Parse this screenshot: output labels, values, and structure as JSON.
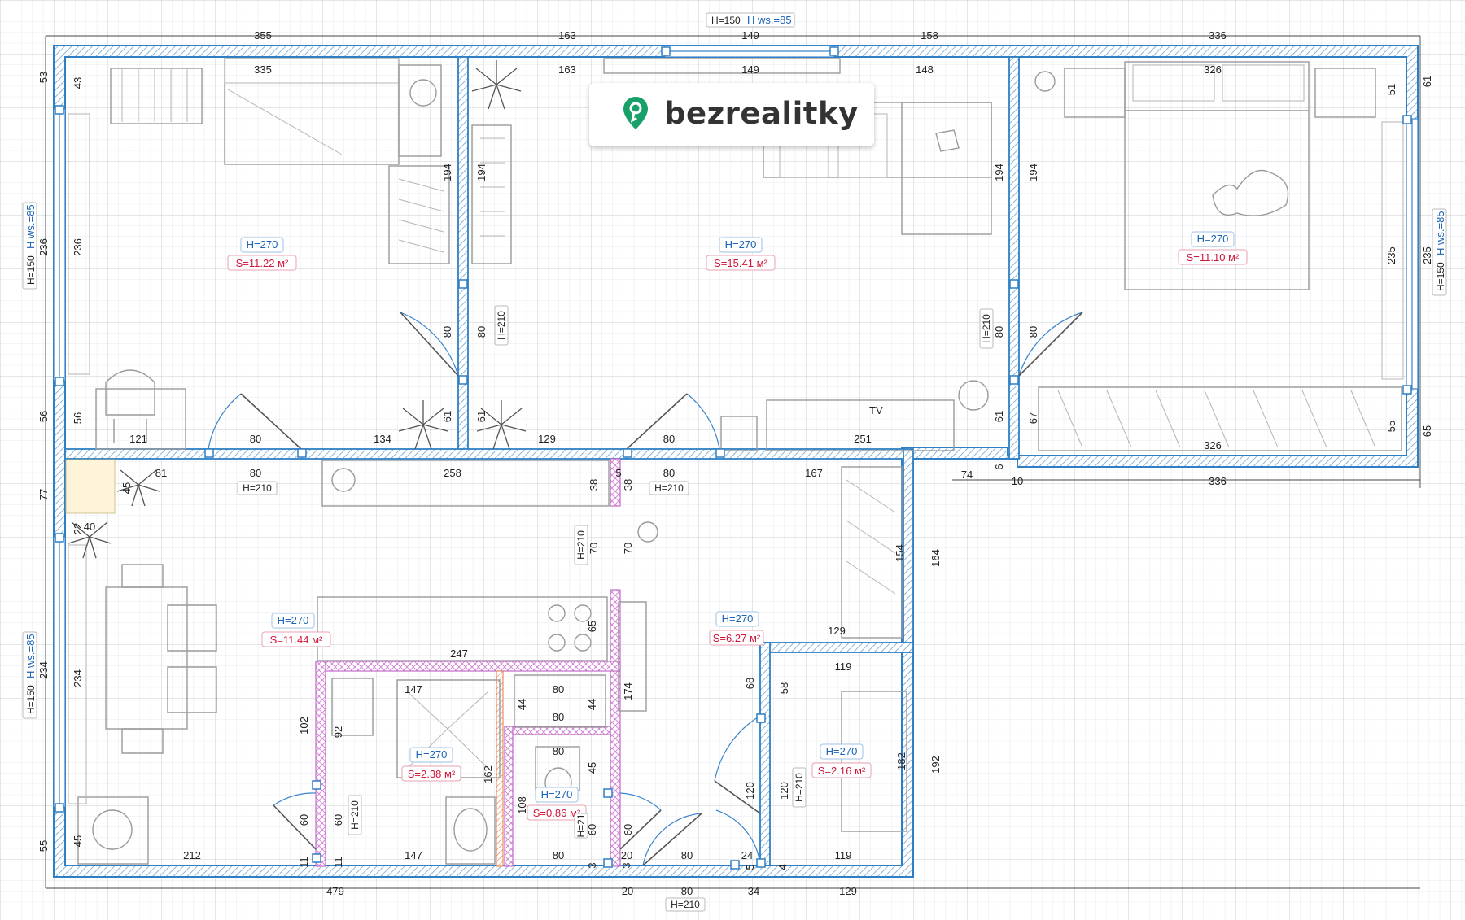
{
  "brand": {
    "name": "bezrealitky",
    "accent": "#17a067"
  },
  "colors": {
    "wall_outline": "#2f7fc4",
    "wall_hatch": "#6aa3d6",
    "partition": "#d28ad6",
    "area_red": "#d1173a",
    "height_blue": "#1a63b5",
    "grid": "#d6d9de",
    "niche": "#fdf4da"
  },
  "rooms": [
    {
      "height": "H=270",
      "area": "S=11.22 м²"
    },
    {
      "height": "H=270",
      "area": "S=15.41 м²"
    },
    {
      "height": "H=270",
      "area": "S=11.10 м²"
    },
    {
      "height": "H=270",
      "area": "S=11.44 м²"
    },
    {
      "height": "H=270",
      "area": "S=6.27 м²"
    },
    {
      "height": "H=270",
      "area": "S=2.38 м²"
    },
    {
      "height": "H=270",
      "area": "S=0.86 м²"
    },
    {
      "height": "H=270",
      "area": "S=2.16 м²"
    }
  ],
  "window_tags": {
    "top_h": "H=150",
    "top_ws": "H ws.=85",
    "left_top_h": "H=150",
    "left_top_ws": "H ws.=85",
    "left_bottom_h": "H=150",
    "left_bottom_ws": "H ws.=85",
    "right_h": "H=150",
    "right_ws": "H ws.=85"
  },
  "door_tags": {
    "d1": "H=210",
    "d2": "H=210",
    "d3": "H=210",
    "d4": "H=210",
    "d5": "H=210",
    "d6": "H=210",
    "d7": "H=210",
    "d8": "H=210",
    "d9": "H=210",
    "d10": "H=21"
  },
  "furniture_labels": {
    "tv": "TV"
  },
  "dimensions": {
    "outer_top": [
      "355",
      "163",
      "149",
      "158",
      "336"
    ],
    "outer_bottom": [
      "479",
      "20",
      "80",
      "34",
      "129"
    ],
    "outer_left": [
      "53",
      "236",
      "56",
      "77",
      "234",
      "55"
    ],
    "outer_right": [
      "61",
      "235",
      "65",
      "164",
      "192"
    ],
    "room1": [
      "335",
      "43",
      "236",
      "194",
      "80",
      "61",
      "56",
      "121",
      "80",
      "134"
    ],
    "room2": [
      "163",
      "149",
      "148",
      "194",
      "194",
      "80",
      "61",
      "61",
      "80",
      "129",
      "80",
      "251"
    ],
    "room3": [
      "326",
      "51",
      "194",
      "235",
      "80",
      "67",
      "55",
      "326",
      "6",
      "74",
      "10",
      "336"
    ],
    "hall": [
      "81",
      "80",
      "258",
      "38",
      "38",
      "5",
      "80",
      "167",
      "70",
      "70",
      "154",
      "129",
      "174",
      "68",
      "58"
    ],
    "kitchen": [
      "45",
      "22",
      "40",
      "247",
      "65",
      "234",
      "45",
      "212",
      "147",
      "60",
      "11",
      "60",
      "11"
    ],
    "bath": [
      "147",
      "102",
      "92",
      "162",
      "60",
      "147"
    ],
    "wc": [
      "80",
      "44",
      "80",
      "44",
      "80",
      "45",
      "108",
      "60",
      "80",
      "20",
      "3",
      "3",
      "60"
    ],
    "store": [
      "119",
      "182",
      "120",
      "120",
      "119",
      "80",
      "24",
      "5",
      "4"
    ]
  }
}
